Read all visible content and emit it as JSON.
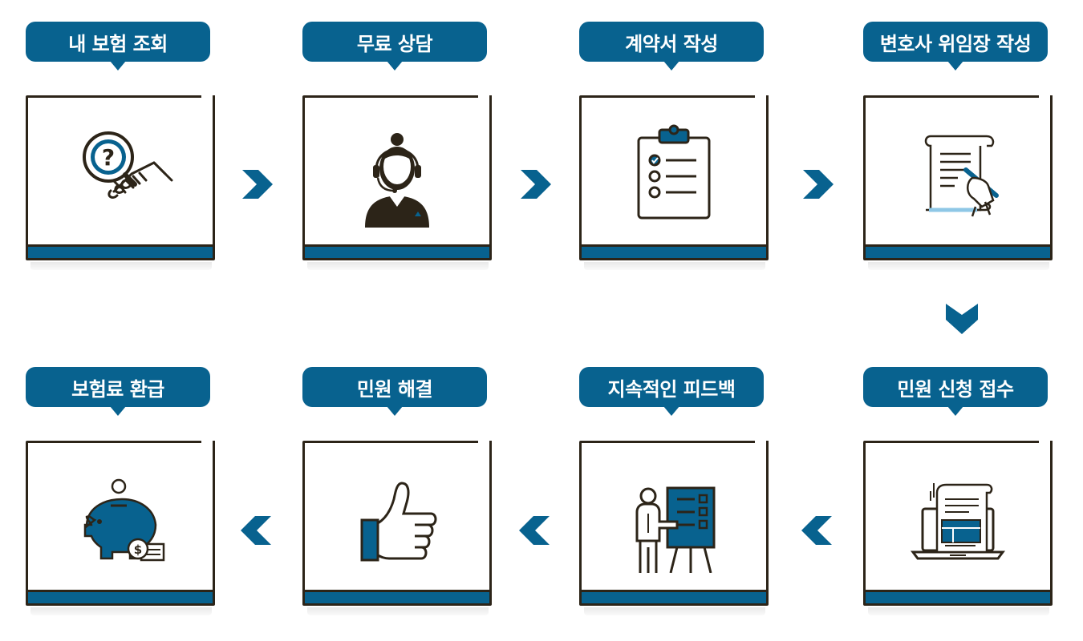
{
  "steps": [
    {
      "label": "내 보험 조회",
      "icon": "insurance-search-icon"
    },
    {
      "label": "무료 상담",
      "icon": "consultant-headset-icon"
    },
    {
      "label": "계약서 작성",
      "icon": "clipboard-checklist-icon"
    },
    {
      "label": "변호사 위임장 작성",
      "icon": "signing-document-icon"
    },
    {
      "label": "민원 신청 접수",
      "icon": "laptop-document-icon"
    },
    {
      "label": "지속적인 피드백",
      "icon": "presenter-board-icon"
    },
    {
      "label": "민원 해결",
      "icon": "thumbs-up-icon"
    },
    {
      "label": "보험료 환급",
      "icon": "piggy-bank-coin-icon"
    }
  ],
  "colors": {
    "accent": "#08628f",
    "outline": "#2c2418"
  }
}
